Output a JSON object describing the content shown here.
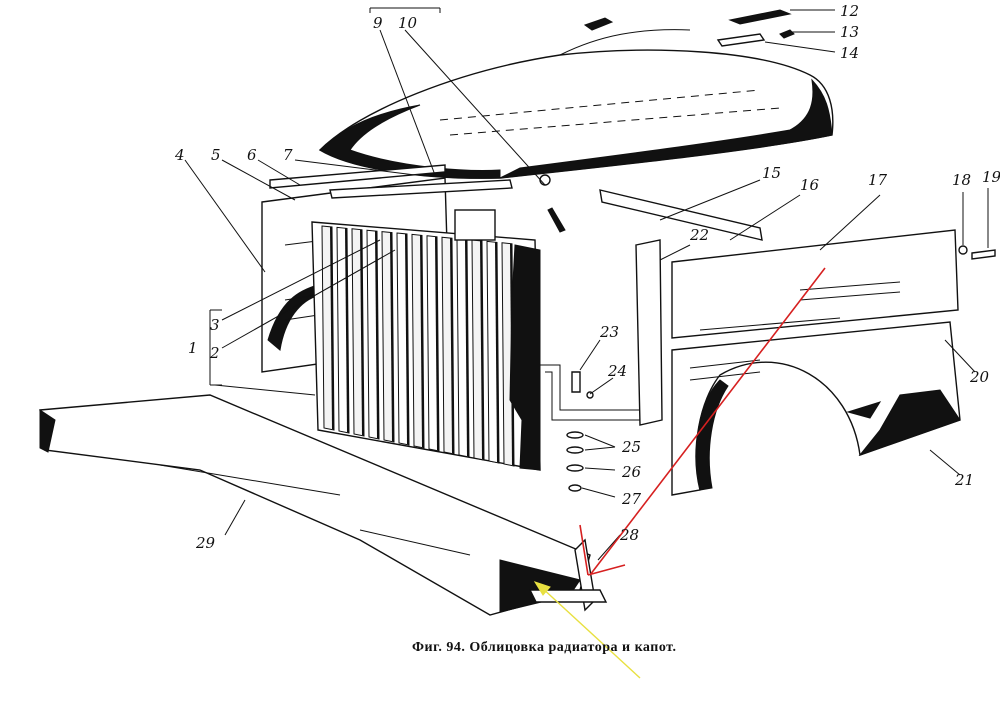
{
  "figure": {
    "caption": "Фиг. 94. Облицовка радиатора и капот.",
    "callouts": [
      "1",
      "2",
      "3",
      "4",
      "5",
      "6",
      "7",
      "9",
      "10",
      "12",
      "13",
      "14",
      "15",
      "16",
      "17",
      "18",
      "19",
      "20",
      "21",
      "22",
      "23",
      "24",
      "25",
      "26",
      "27",
      "28",
      "29"
    ],
    "annotation_colors": {
      "red_arrow": "#d62020",
      "yellow_arrow": "#e8e040"
    }
  }
}
